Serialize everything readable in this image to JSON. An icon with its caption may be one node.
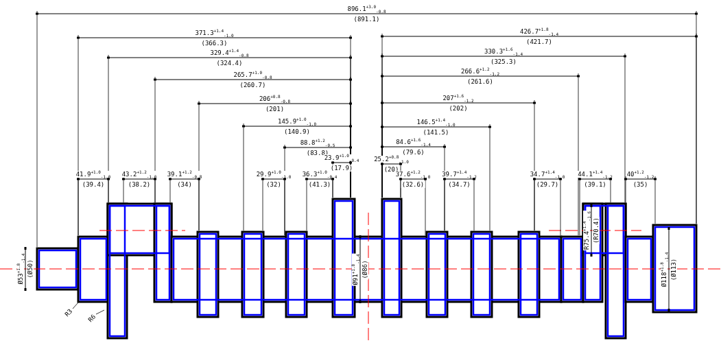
{
  "diagram": {
    "nodes": [
      {
        "text": [
          "R3"
        ]
      },
      {
        "text": [
          "R6"
        ]
      }
    ],
    "edges": [
      {
        "from": 0,
        "to": null,
        "arrow": "none"
      },
      {
        "from": 1,
        "to": null,
        "arrow": "none"
      }
    ],
    "labels": [
      "896.1$^{+3.0}$$_{-0.8}$",
      "(891.1)",
      "371.3$^{+1.4}$$_{-1.0}$",
      "(366.3)",
      "426.7$^{+1.8}$$_{-1.4}$",
      "(421.7)",
      "329.4$^{+1.4}$$_{-0.8}$",
      "(324.4)",
      "330.3$^{+1.6}$$_{-1.4}$",
      "(325.3)",
      "265.7$^{+1.0}$$_{-0.8}$",
      "(260.7)",
      "266.6$^{+1.2}$$_{-1.2}$",
      "(261.6)",
      "206$^{+0.8}$$_{-0.8}$",
      "(201)",
      "207$^{+1.6}$$_{-1.2}$",
      "(202)",
      "145.9$^{+1.0}$$_{-1.0}$",
      "(140.9)",
      "146.5$^{+1.4}$$_{-1.0}$",
      "(141.5)",
      "88.8$^{+1.2}$$_{-0.5}$",
      "(83.8)",
      "84.6$^{+1.6}$$_{-1.4}$",
      "(79.6)",
      "23.9$^{+1.0}$$_{-0.4}$",
      "(17.9)",
      "25.2$^{+0.8}$$_{-1.0}$",
      "(20)",
      "41.9$^{+1.0}$$_{-1.0}$",
      "(39.4)",
      "43.2$^{+1.2}$$_{-1.0}$",
      "(38.2)",
      "39.1$^{+1.2}$$_{-0.8}$",
      "(34)",
      "29.9$^{+1.0}$$_{-1.0}$",
      "(32)",
      "36.3$^{+1.0}$$_{-0.4}$",
      "(41.3)",
      "37.6$^{+1.2}$$_{-1.0}$",
      "(32.6)",
      "39.7$^{+1.4}$$_{-1.2}$",
      "(34.7)",
      "34.7$^{+1.4}$$_{-1.0}$",
      "(29.7)",
      "44.1$^{+1.4}$$_{-1.2}$",
      "(39.1)",
      "40$^{+1.2}$$_{-1.2}$",
      "(35)",
      "Ø53$^{+1.8}$$_{-1.4}$",
      "(Ø50)",
      "Ø91$^{+1.8}$$_{-1.4}$",
      "(Ø86)",
      "R75.4$^{+1.4}$$_{-1.6}$",
      "(R70.4)",
      "Ø118$^{+1.8}$$_{-1.4}$",
      "(Ø113)"
    ]
  }
}
